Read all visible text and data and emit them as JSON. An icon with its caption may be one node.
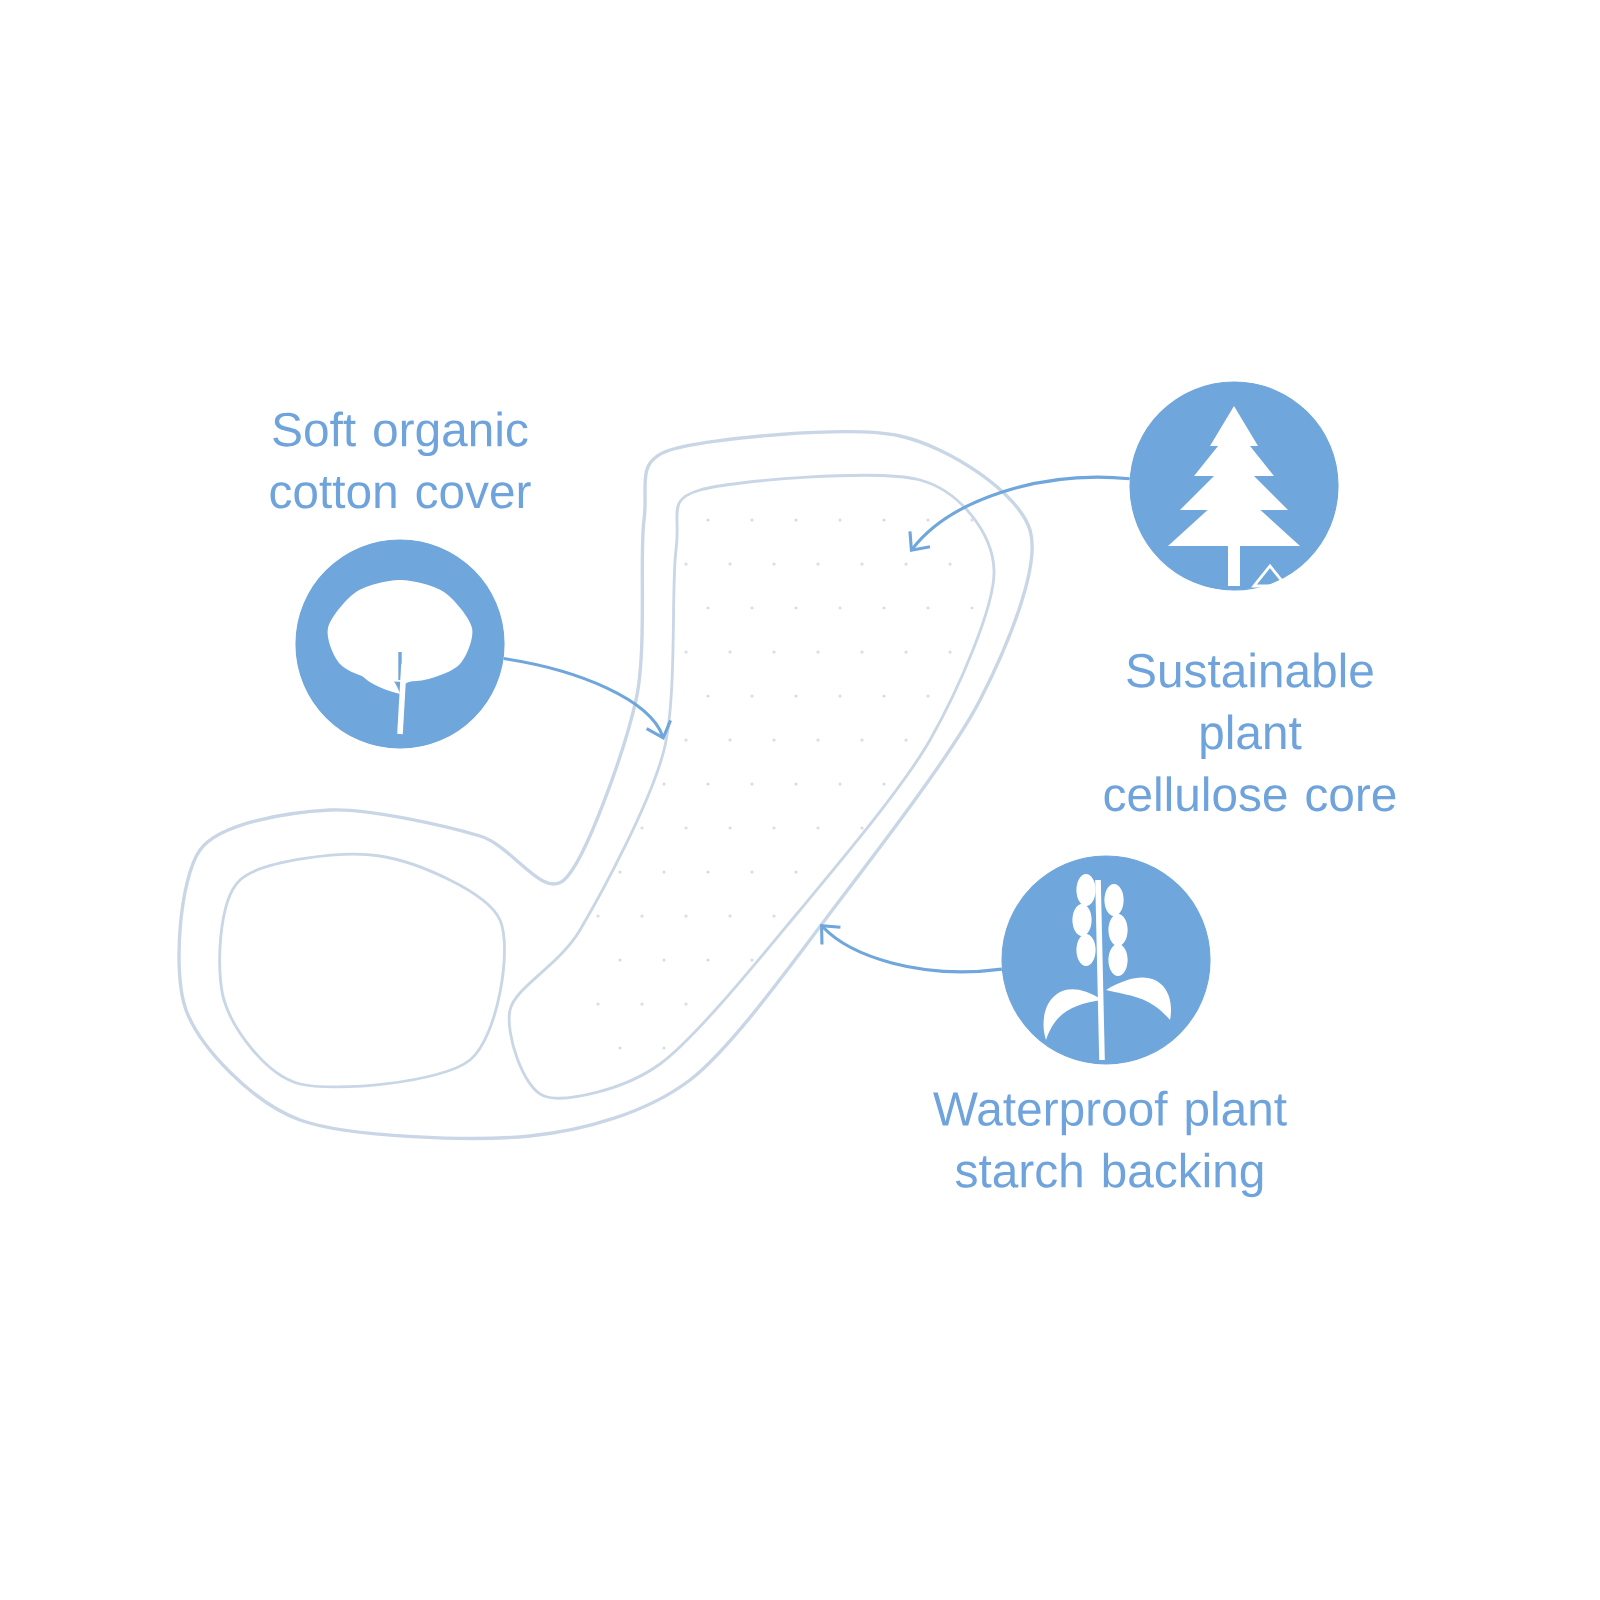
{
  "diagram": {
    "nodes": [
      {
        "text": [
          "Soft organic cotton cover"
        ]
      },
      {
        "text": [
          "Sustainable plant cellulose core"
        ]
      },
      {
        "text": [
          "Waterproof plant starch backing"
        ]
      },
      {
        "text": [],
        "shape": "picture"
      }
    ],
    "edges": [
      {
        "from": 0,
        "to": 3,
        "arrow": "to"
      },
      {
        "from": 1,
        "to": 3,
        "arrow": "to"
      },
      {
        "from": 2,
        "to": 3,
        "arrow": "to"
      }
    ]
  }
}
